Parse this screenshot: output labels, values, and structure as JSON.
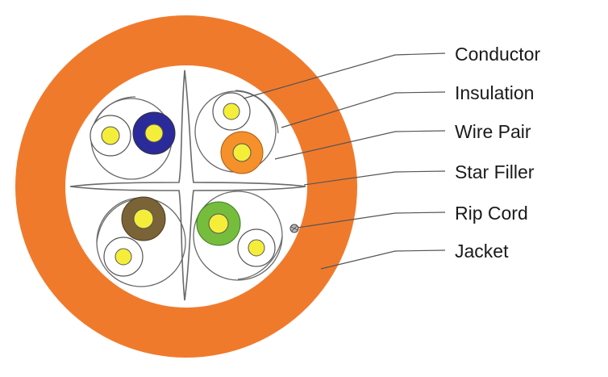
{
  "labels": {
    "conductor": "Conductor",
    "insulation": "Insulation",
    "wire_pair": "Wire Pair",
    "star_filler": "Star Filler",
    "rip_cord": "Rip Cord",
    "jacket": "Jacket"
  },
  "colors": {
    "jacket": "#f07a2c",
    "conductor": "#f4ee3a",
    "blue_insulation": "#2b2a9a",
    "orange_insulation": "#f6902a",
    "brown_insulation": "#7b6338",
    "green_insulation": "#76bd3e",
    "white_insulation": "#ffffff",
    "leader_line": "#555555"
  }
}
